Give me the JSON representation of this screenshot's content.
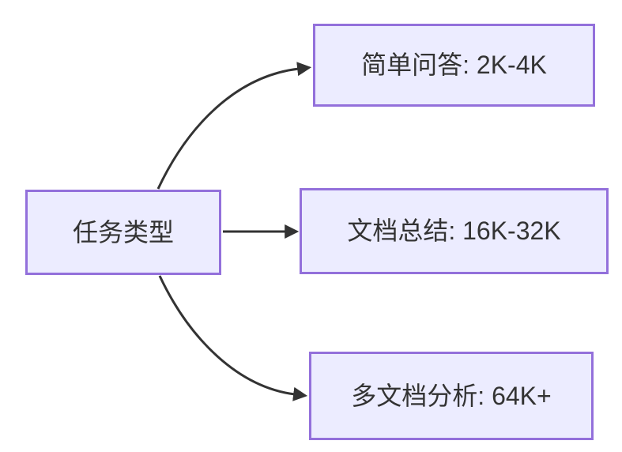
{
  "diagram": {
    "type": "flowchart",
    "direction": "left-to-right",
    "colors": {
      "background": "#ffffff",
      "node_fill": "#ECECFF",
      "node_border": "#9370DB",
      "edge": "#333333",
      "text": "#333333"
    },
    "root": {
      "id": "task-type",
      "label": "任务类型"
    },
    "children": [
      {
        "id": "simple-qa",
        "label": "简单问答: 2K-4K"
      },
      {
        "id": "doc-summary",
        "label": "文档总结: 16K-32K"
      },
      {
        "id": "multi-doc",
        "label": "多文档分析: 64K+"
      }
    ],
    "edges": [
      {
        "from": "任务类型",
        "to": "简单问答: 2K-4K",
        "style": "curved-up"
      },
      {
        "from": "任务类型",
        "to": "文档总结: 16K-32K",
        "style": "straight"
      },
      {
        "from": "任务类型",
        "to": "多文档分析: 64K+",
        "style": "curved-down"
      }
    ]
  }
}
